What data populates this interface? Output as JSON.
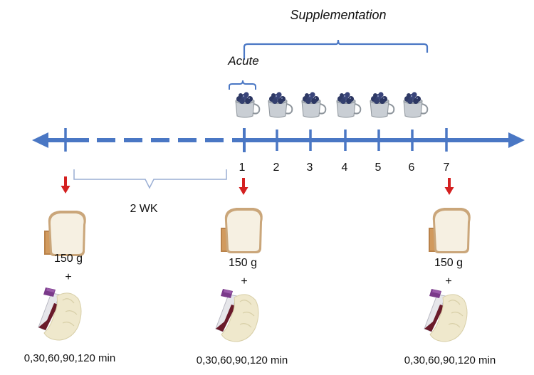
{
  "labels": {
    "supplementation": "Supplementation",
    "acute": "Acute",
    "washout": "2 WK"
  },
  "days": [
    "1",
    "2",
    "3",
    "4",
    "5",
    "6",
    "7"
  ],
  "visits": [
    {
      "dose": "150 g",
      "plus": "+",
      "times": "0,30,60,90,120 min"
    },
    {
      "dose": "150 g",
      "plus": "+",
      "times": "0,30,60,90,120 min"
    },
    {
      "dose": "150 g",
      "plus": "+",
      "times": "0,30,60,90,120 min"
    }
  ],
  "icons": {
    "cup": "blueberry-cup-icon",
    "bread": "white-bread-icon",
    "blood": "blood-tube-in-hand-icon",
    "arrow": "red-down-arrow-icon"
  },
  "colors": {
    "timeline": "#4a77c4",
    "bracket": "#4a77c4",
    "washout_bracket": "#9aaed4",
    "arrow": "#d42020",
    "blueberry": "#2f3a66",
    "cup": "#cfd3d8",
    "tube_cap": "#7a3a8a",
    "blood": "#6a1a2a",
    "glove": "#f0ead0"
  }
}
